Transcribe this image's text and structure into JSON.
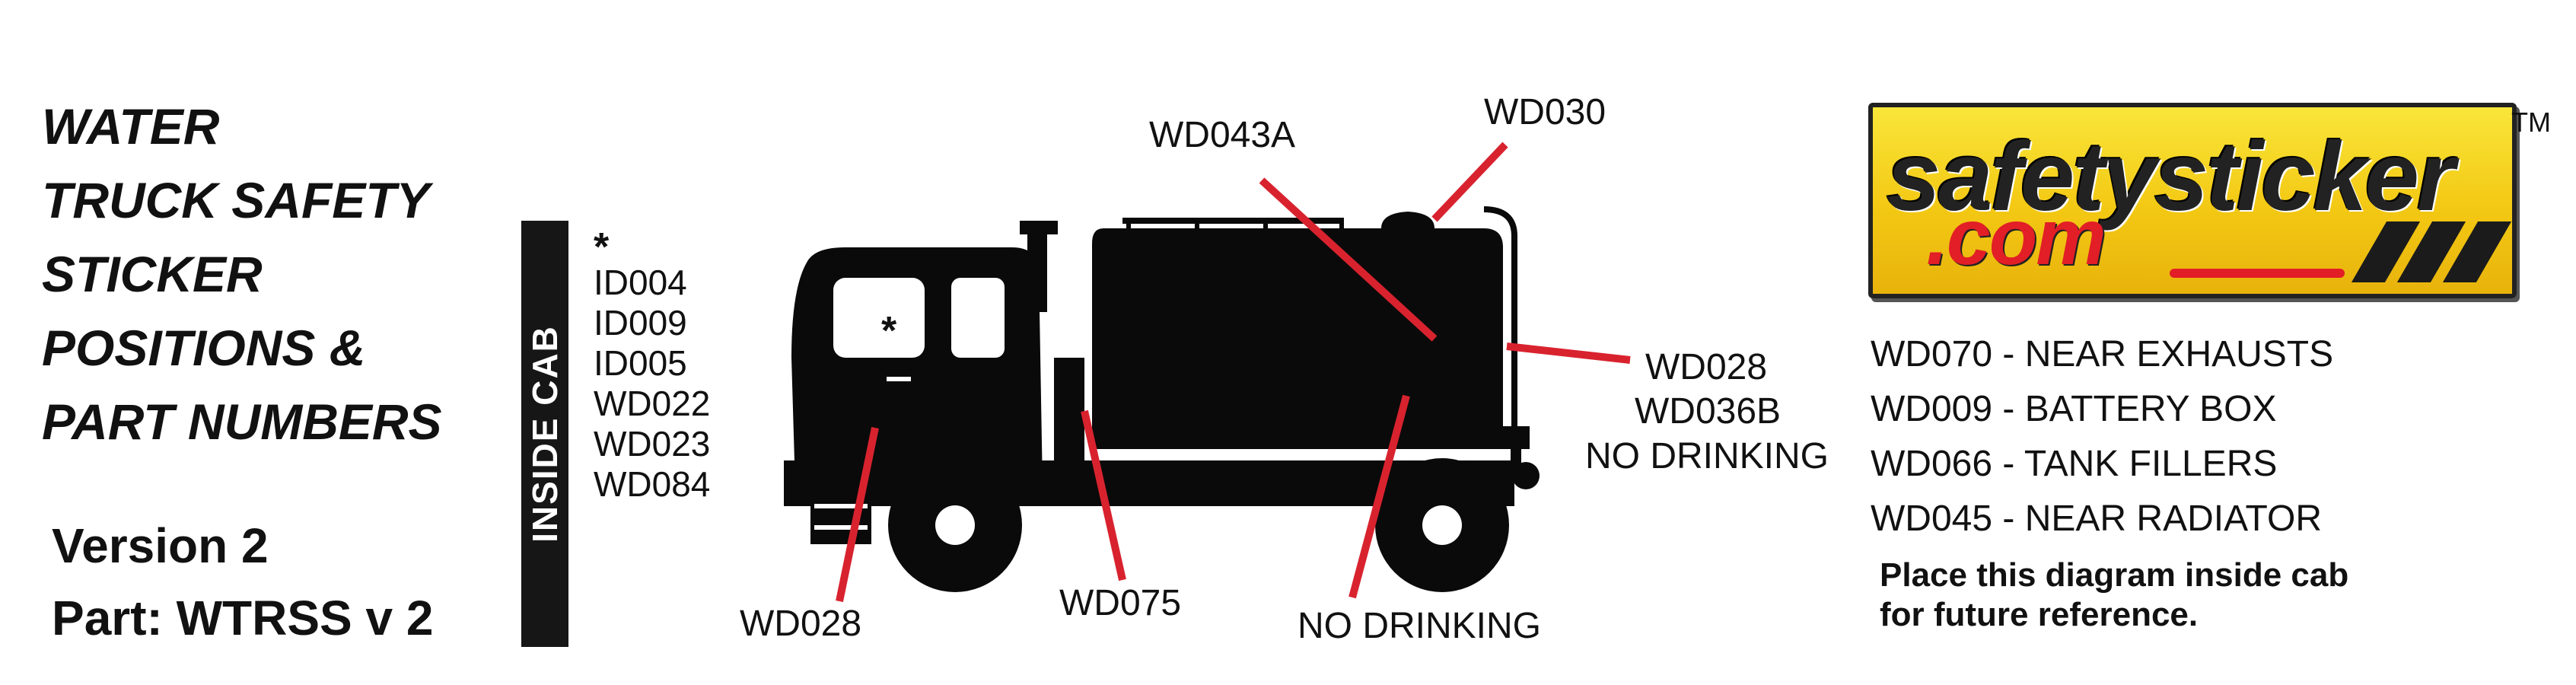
{
  "title": {
    "lines": [
      "WATER",
      "TRUCK SAFETY",
      "STICKER",
      "POSITIONS &",
      "PART NUMBERS"
    ],
    "version": "Version 2",
    "part": "Part: WTRSS v 2"
  },
  "inside_cab": {
    "label": "INSIDE CAB",
    "star": "*",
    "items": [
      "ID004",
      "ID009",
      "ID005",
      "WD022",
      "WD023",
      "WD084"
    ]
  },
  "callouts": {
    "wd043a": "WD043A",
    "wd030": "WD030",
    "wd028_right": "WD028",
    "wd036b": "WD036B",
    "no_drinking_right": "NO DRINKING",
    "wd028_bottom": "WD028",
    "wd075": "WD075",
    "no_drinking_bottom": "NO DRINKING",
    "cab_star": "*"
  },
  "logo": {
    "main": "safetysticker",
    "sub": ".com",
    "tm": "TM",
    "colors": {
      "background": "#f5cf1a",
      "text": "#222222",
      "accent": "#e21e26"
    }
  },
  "legend": [
    "WD070  - NEAR EXHAUSTS",
    "WD009 - BATTERY BOX",
    "WD066 - TANK FILLERS",
    "WD045 - NEAR RADIATOR"
  ],
  "note": [
    "Place this diagram inside cab",
    "for future reference."
  ],
  "colors": {
    "callout_line": "#d8232f",
    "truck": "#0a0a0a"
  }
}
